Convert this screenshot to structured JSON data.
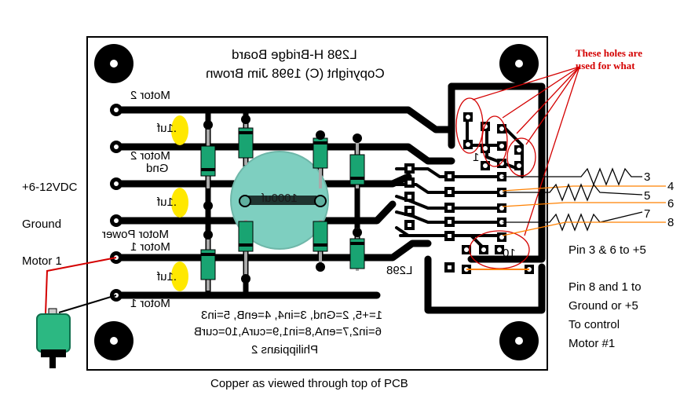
{
  "board": {
    "title": "L298 H-Bridge Board",
    "copyright": "Copyright (C) 1998 Jim Brown",
    "chip_label": "L298",
    "cap_large": "1000uf",
    "cap_small": ".1uf",
    "pin_map_line1": "1=+5, 2=Gnd, 3=in4, 4=enB, 5=in3",
    "pin_map_line2": "6=in2,7=enA,8=in1,9=curA,10=curB",
    "bottom_text": "Philippians 2",
    "pin_one_label": "1",
    "pin_ten_label": "10",
    "silk_labels": {
      "motor2_top": "Motor 2",
      "motor2_gnd_1": "Motor 2",
      "motor2_gnd_2": "Gnd",
      "motor_power": "Motor Power",
      "motor1_top": "Motor 1",
      "motor1_bottom": "Motor 1"
    }
  },
  "annotations": {
    "question_line1": "These holes are",
    "question_line2": "used for what",
    "supply": "+6-12VDC",
    "ground": "Ground",
    "motor1": "Motor 1",
    "pin36": "Pin 3 & 6 to +5",
    "pin81_line1": "Pin 8 and 1 to",
    "pin81_line2": "Ground  or +5",
    "pin81_line3": "To control",
    "pin81_line4": "Motor #1",
    "caption": "Copper as viewed through top of PCB"
  },
  "resistor_labels": [
    "3",
    "4",
    "5",
    "6",
    "7",
    "8"
  ],
  "colors": {
    "copper": "#000000",
    "board": "#ffffff",
    "capacitor_large": "#7ecfc0",
    "capacitor_small": "#ffe800",
    "diode_body": "#19a472",
    "motor_body": "#2cb882",
    "wire_red": "#d40000",
    "wire_orange": "#ff8000",
    "annotation_red": "#d40000"
  }
}
